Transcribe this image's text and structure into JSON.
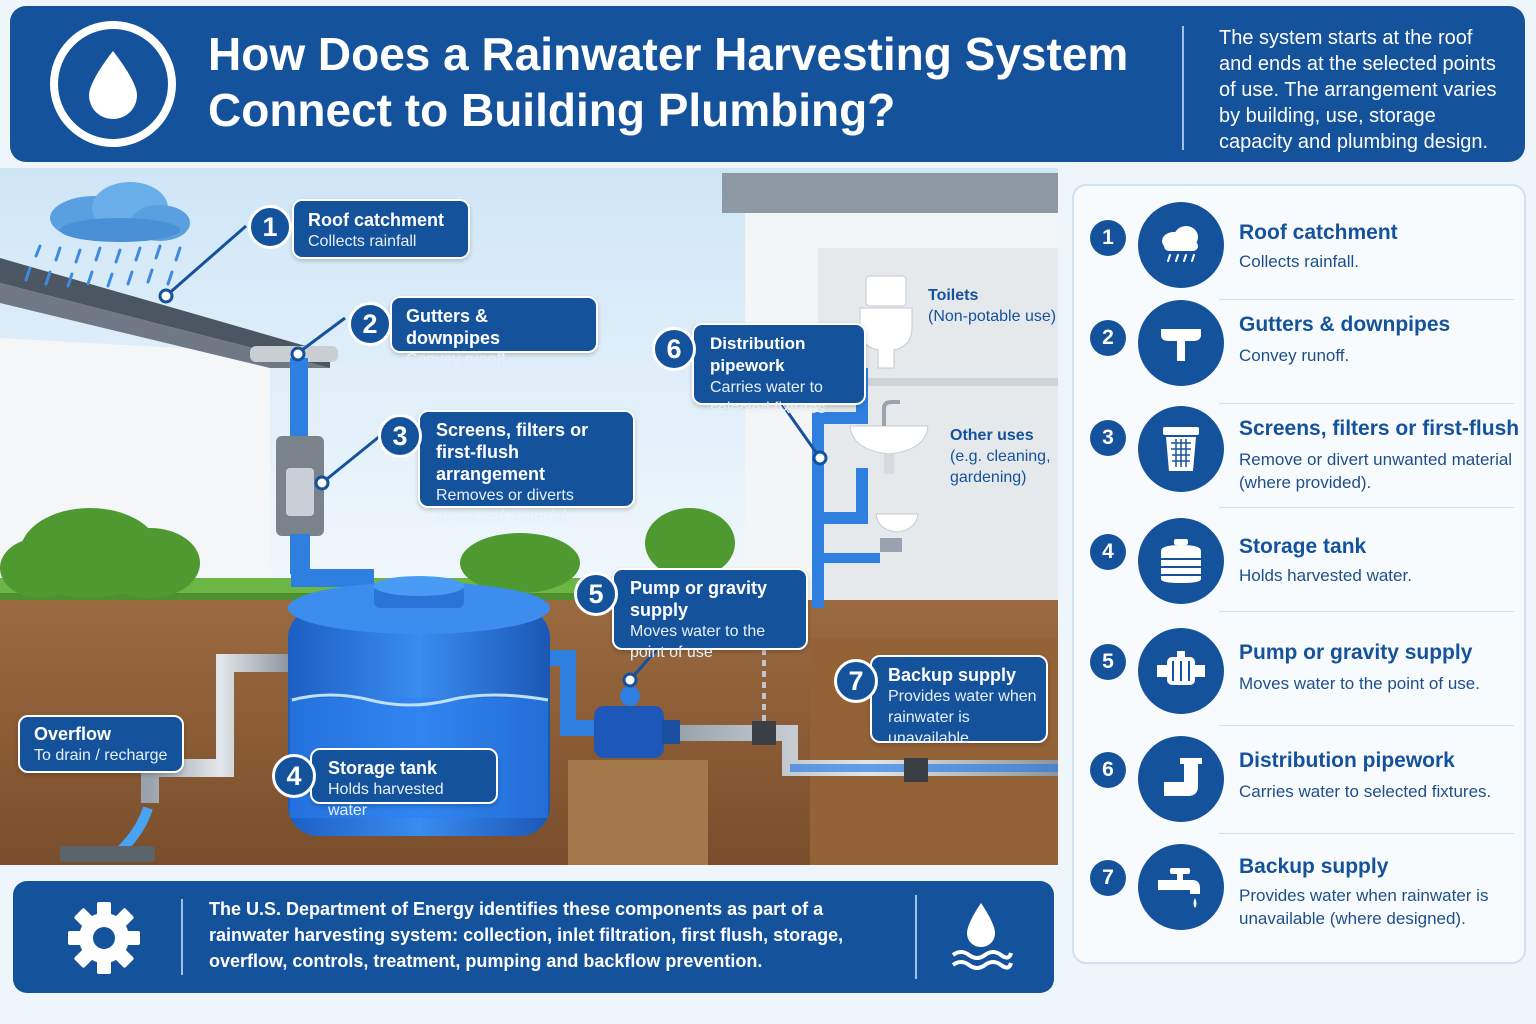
{
  "header": {
    "title_line1": "How Does a Rainwater Harvesting System",
    "title_line2": "Connect to Building Plumbing?",
    "note": "The system starts at the roof and ends at the selected points of use. The arrangement varies by building, use, storage capacity and plumbing design."
  },
  "callouts": {
    "c1": {
      "num": "1",
      "title": "Roof catchment",
      "desc": "Collects rainfall"
    },
    "c2": {
      "num": "2",
      "title": "Gutters & downpipes",
      "desc": "Convey runoff"
    },
    "c3": {
      "num": "3",
      "title_l1": "Screens, filters or",
      "title_l2": "first-flush arrangement",
      "desc_l1": "Removes or diverts",
      "desc_l2": "unwanted material"
    },
    "c4": {
      "num": "4",
      "title": "Storage tank",
      "desc": "Holds harvested water"
    },
    "c5": {
      "num": "5",
      "title": "Pump or gravity supply",
      "desc_l1": "Moves water to the",
      "desc_l2": "point of use"
    },
    "c6": {
      "num": "6",
      "title": "Distribution pipework",
      "desc_l1": "Carries water to",
      "desc_l2": "selected fixtures"
    },
    "c7": {
      "num": "7",
      "title": "Backup supply",
      "desc_l1": "Provides water when",
      "desc_l2": "rainwater is unavailable"
    },
    "overflow": {
      "title": "Overflow",
      "desc": "To drain / recharge"
    }
  },
  "fixtures": {
    "toilets_title": "Toilets",
    "toilets_desc": "(Non-potable use)",
    "other_title": "Other uses",
    "other_desc_l1": "(e.g. cleaning,",
    "other_desc_l2": "gardening)"
  },
  "panel": {
    "items": [
      {
        "num": "1",
        "title": "Roof catchment",
        "desc": "Collects rainfall.",
        "icon": "cloud-rain-icon"
      },
      {
        "num": "2",
        "title": "Gutters & downpipes",
        "desc": "Convey runoff.",
        "icon": "gutter-icon"
      },
      {
        "num": "3",
        "title": "Screens, filters or first-flush",
        "desc": "Remove or divert unwanted material (where provided).",
        "icon": "filter-icon"
      },
      {
        "num": "4",
        "title": "Storage tank",
        "desc": "Holds harvested water.",
        "icon": "tank-icon"
      },
      {
        "num": "5",
        "title": "Pump or gravity supply",
        "desc": "Moves water to the point of use.",
        "icon": "pump-icon"
      },
      {
        "num": "6",
        "title": "Distribution pipework",
        "desc": "Carries water to selected fixtures.",
        "icon": "pipe-icon"
      },
      {
        "num": "7",
        "title": "Backup supply",
        "desc": "Provides water when rainwater is unavailable (where designed).",
        "icon": "tap-icon"
      }
    ]
  },
  "footer": {
    "text": "The U.S. Department of Energy identifies these components as part of a rainwater harvesting system: collection, inlet filtration, first flush, storage, overflow, controls, treatment, pumping and backflow prevention."
  },
  "colors": {
    "primary": "#15529c",
    "water": "#2f7fe0",
    "soil": "#8b5a34",
    "grass": "#5aa63a"
  }
}
